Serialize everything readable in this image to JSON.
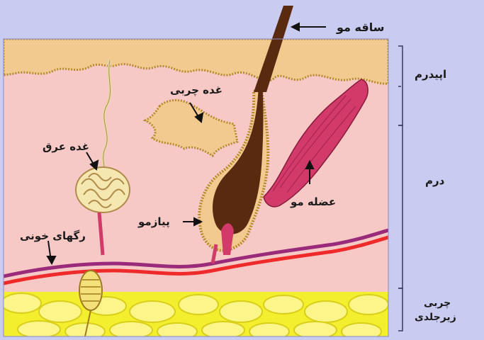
{
  "diagram": {
    "labels": {
      "hair_shaft": "ساقه مو",
      "sebaceous_gland": "غده چربی",
      "sweat_gland": "غده عرق",
      "hair_bulb": "پیازمو",
      "blood_vessels": "رگهای خونی",
      "hair_muscle": "عضله مو"
    },
    "layers": {
      "epidermis": "اپیدرم",
      "dermis": "درم",
      "subcutaneous_line1": "چربی",
      "subcutaneous_line2": "زیرجلدی"
    }
  },
  "colors": {
    "background": "#c9cbf0",
    "epidermis": "#f2c98f",
    "dermis": "#f7c9c6",
    "fat": "#f3ef2e",
    "hair": "#5a2a10",
    "muscle": "#d23a6a",
    "vessel_red": "#ee2a2a",
    "vessel_purple": "#9a2a7a"
  }
}
